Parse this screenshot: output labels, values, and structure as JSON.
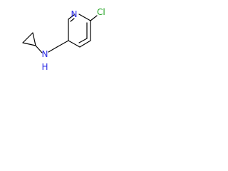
{
  "molecule": {
    "atoms": {
      "chlorine": "Cl",
      "ring_nitrogen": "N",
      "amine_nitrogen": "N",
      "amine_hydrogen": "H"
    },
    "colors": {
      "bond": "#000000",
      "chlorine": "#1fa01f",
      "ring_nitrogen": "#2f2fe6",
      "amine_nitrogen": "#2f2fe6"
    }
  }
}
